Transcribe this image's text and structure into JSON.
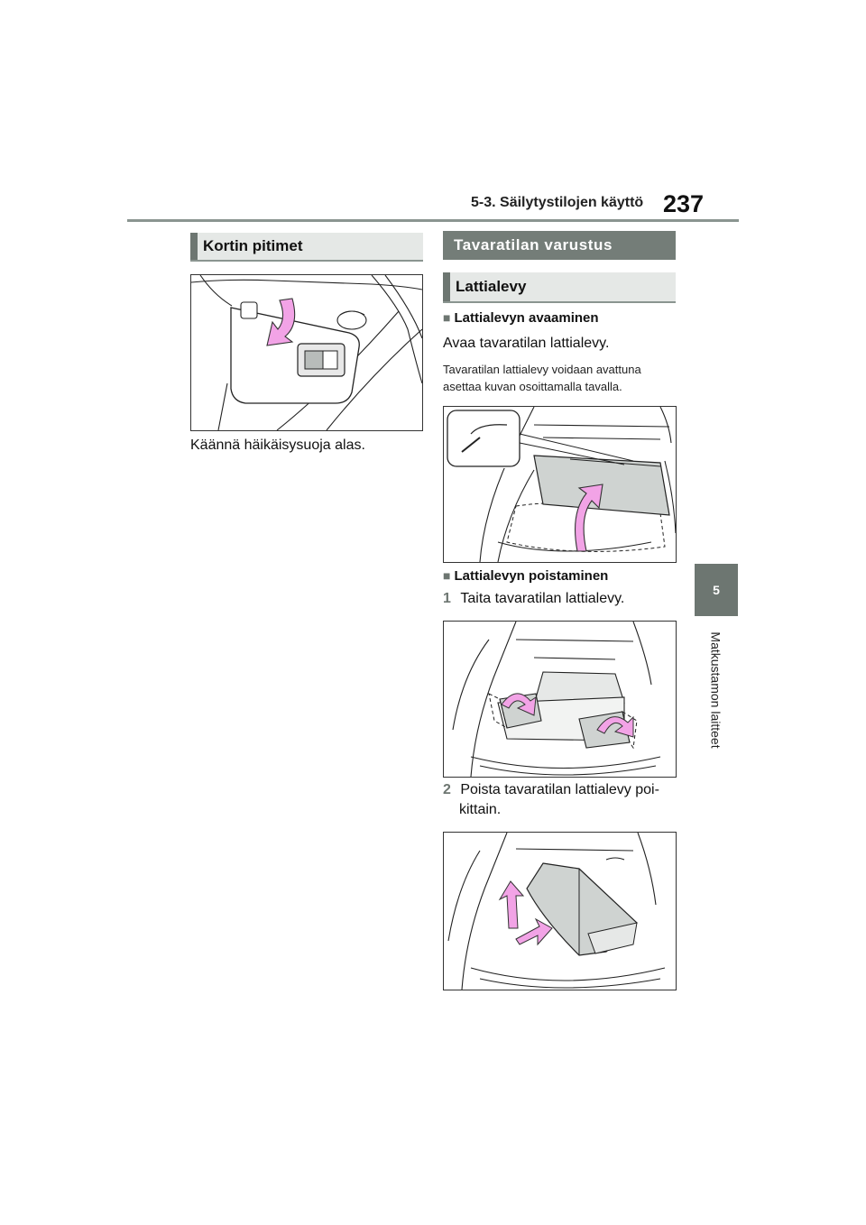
{
  "header": {
    "section": "5-3. Säilytystilojen käyttö",
    "page_number": "237"
  },
  "side_tab": {
    "chapter_number": "5",
    "chapter_title": "Matkustamon laitteet"
  },
  "left_column": {
    "heading": "Kortin pitimet",
    "figure_caption": "Käännä häikäisysuoja alas."
  },
  "right_column": {
    "main_heading": "Tavaratilan varustus",
    "sub_heading": "Lattialevy",
    "open_section": {
      "bullet": "■",
      "title": "Lattialevyn avaaminen",
      "instruction": "Avaa tavaratilan lattialevy.",
      "note": "Tavaratilan lattialevy voidaan avattuna asettaa kuvan osoittamalla tavalla."
    },
    "remove_section": {
      "bullet": "■",
      "title": "Lattialevyn poistaminen",
      "steps": [
        {
          "number": "1",
          "text": "Taita tavaratilan lattialevy."
        },
        {
          "number": "2",
          "text": "Poista tavaratilan lattialevy poi-",
          "text2": "kittain."
        }
      ]
    }
  },
  "colors": {
    "accent_gray": "#6d7671",
    "light_box": "#e5e8e6",
    "arrow_pink": "#f2a3e6",
    "panel_gray": "#cfd3d1"
  }
}
